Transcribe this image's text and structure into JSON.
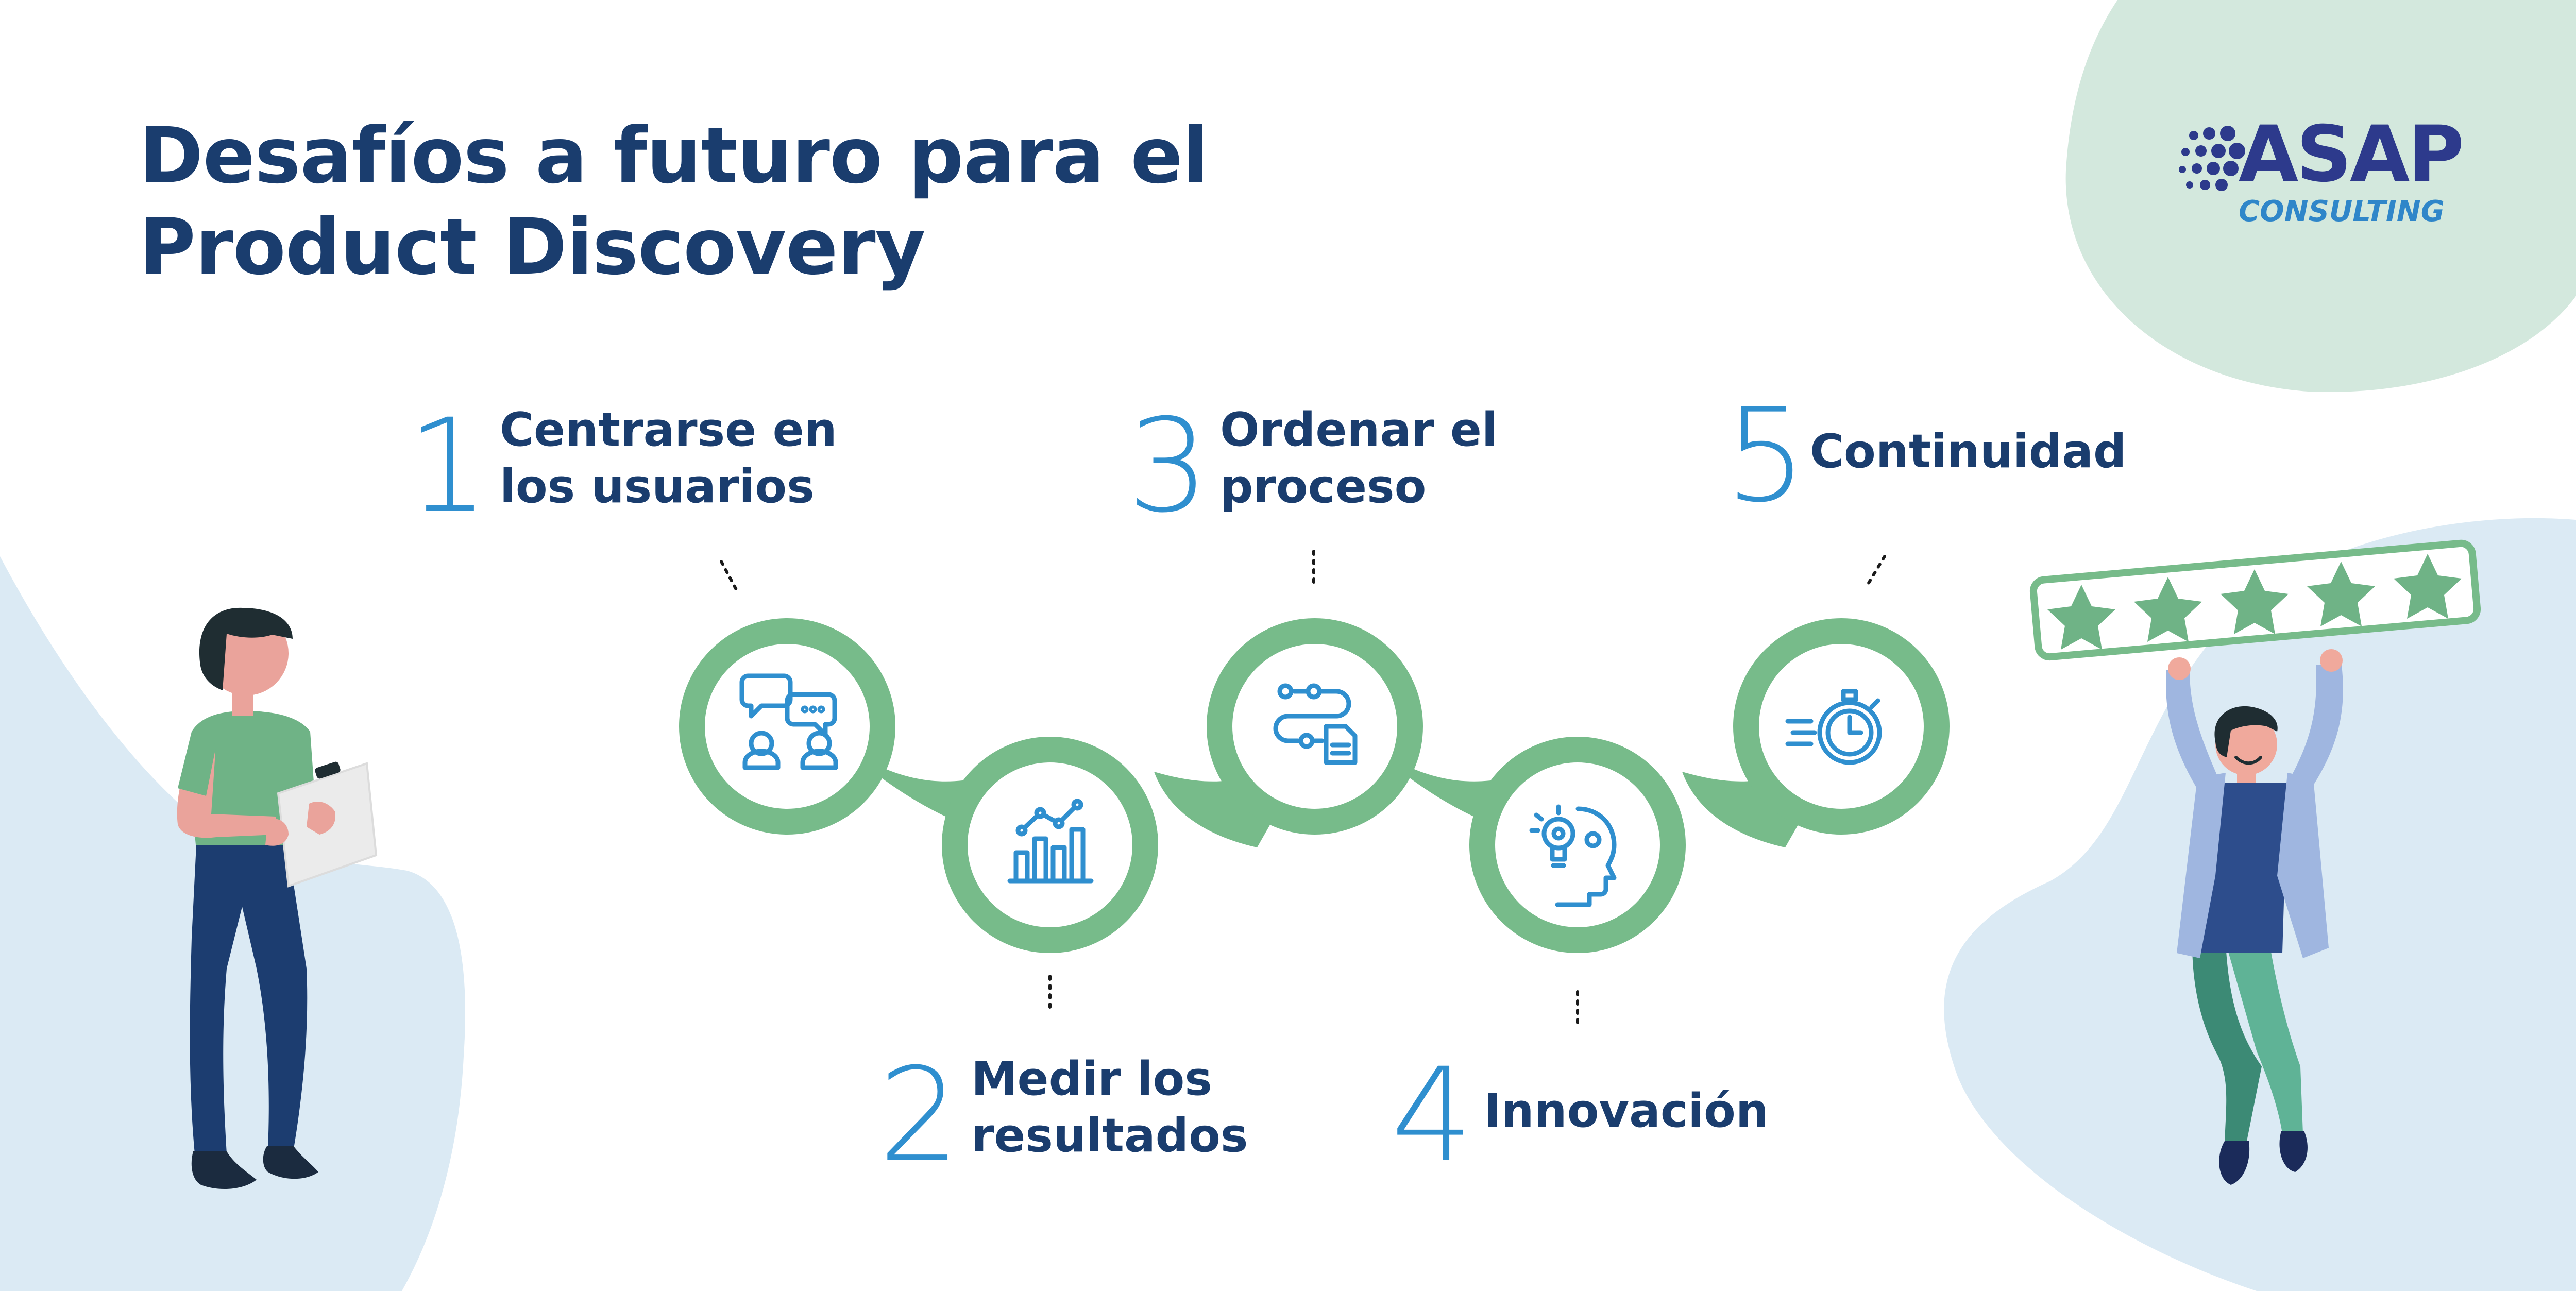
{
  "title": {
    "line1": "Desafíos a futuro para el",
    "line2": "Product Discovery"
  },
  "logo": {
    "main": "ASAP",
    "sub": "CONSULTING"
  },
  "steps": [
    {
      "number": "1",
      "line1": "Centrarse en",
      "line2": "los usuarios",
      "icon": "users-chat-icon"
    },
    {
      "number": "2",
      "line1": "Medir los",
      "line2": "resultados",
      "icon": "bar-chart-icon"
    },
    {
      "number": "3",
      "line1": "Ordenar el",
      "line2": "proceso",
      "icon": "process-flow-icon"
    },
    {
      "number": "4",
      "line1": "Innovación",
      "line2": "",
      "icon": "innovation-head-icon"
    },
    {
      "number": "5",
      "line1": "Continuidad",
      "line2": "",
      "icon": "stopwatch-icon"
    }
  ],
  "rating": {
    "stars": 5,
    "max": 5
  },
  "colors": {
    "title": "#1a3d6e",
    "number": "#2f8fcf",
    "chain": "#77bb8a",
    "icon": "#2f8fcf",
    "blob_green": "#d3e8dd",
    "blob_blue": "#dbeaf4"
  }
}
